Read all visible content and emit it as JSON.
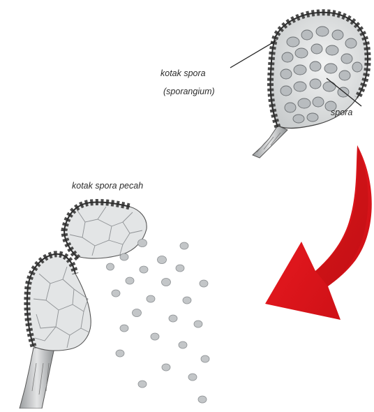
{
  "labels": {
    "sporangium_line1": "kotak spora",
    "sporangium_line2": "(sporangium)",
    "spore": "spora",
    "burst_sporangium": "kotak spora pecah"
  },
  "colors": {
    "arrow": "#e3141b",
    "arrow_shade": "#b50d12",
    "outline": "#444444",
    "wall": "#4a4a4a",
    "spore_fill": "#b8bcbf",
    "cell_fill": "#d9dbdc"
  },
  "icons": {
    "arrow": "curved-arrow-down-left-icon"
  }
}
